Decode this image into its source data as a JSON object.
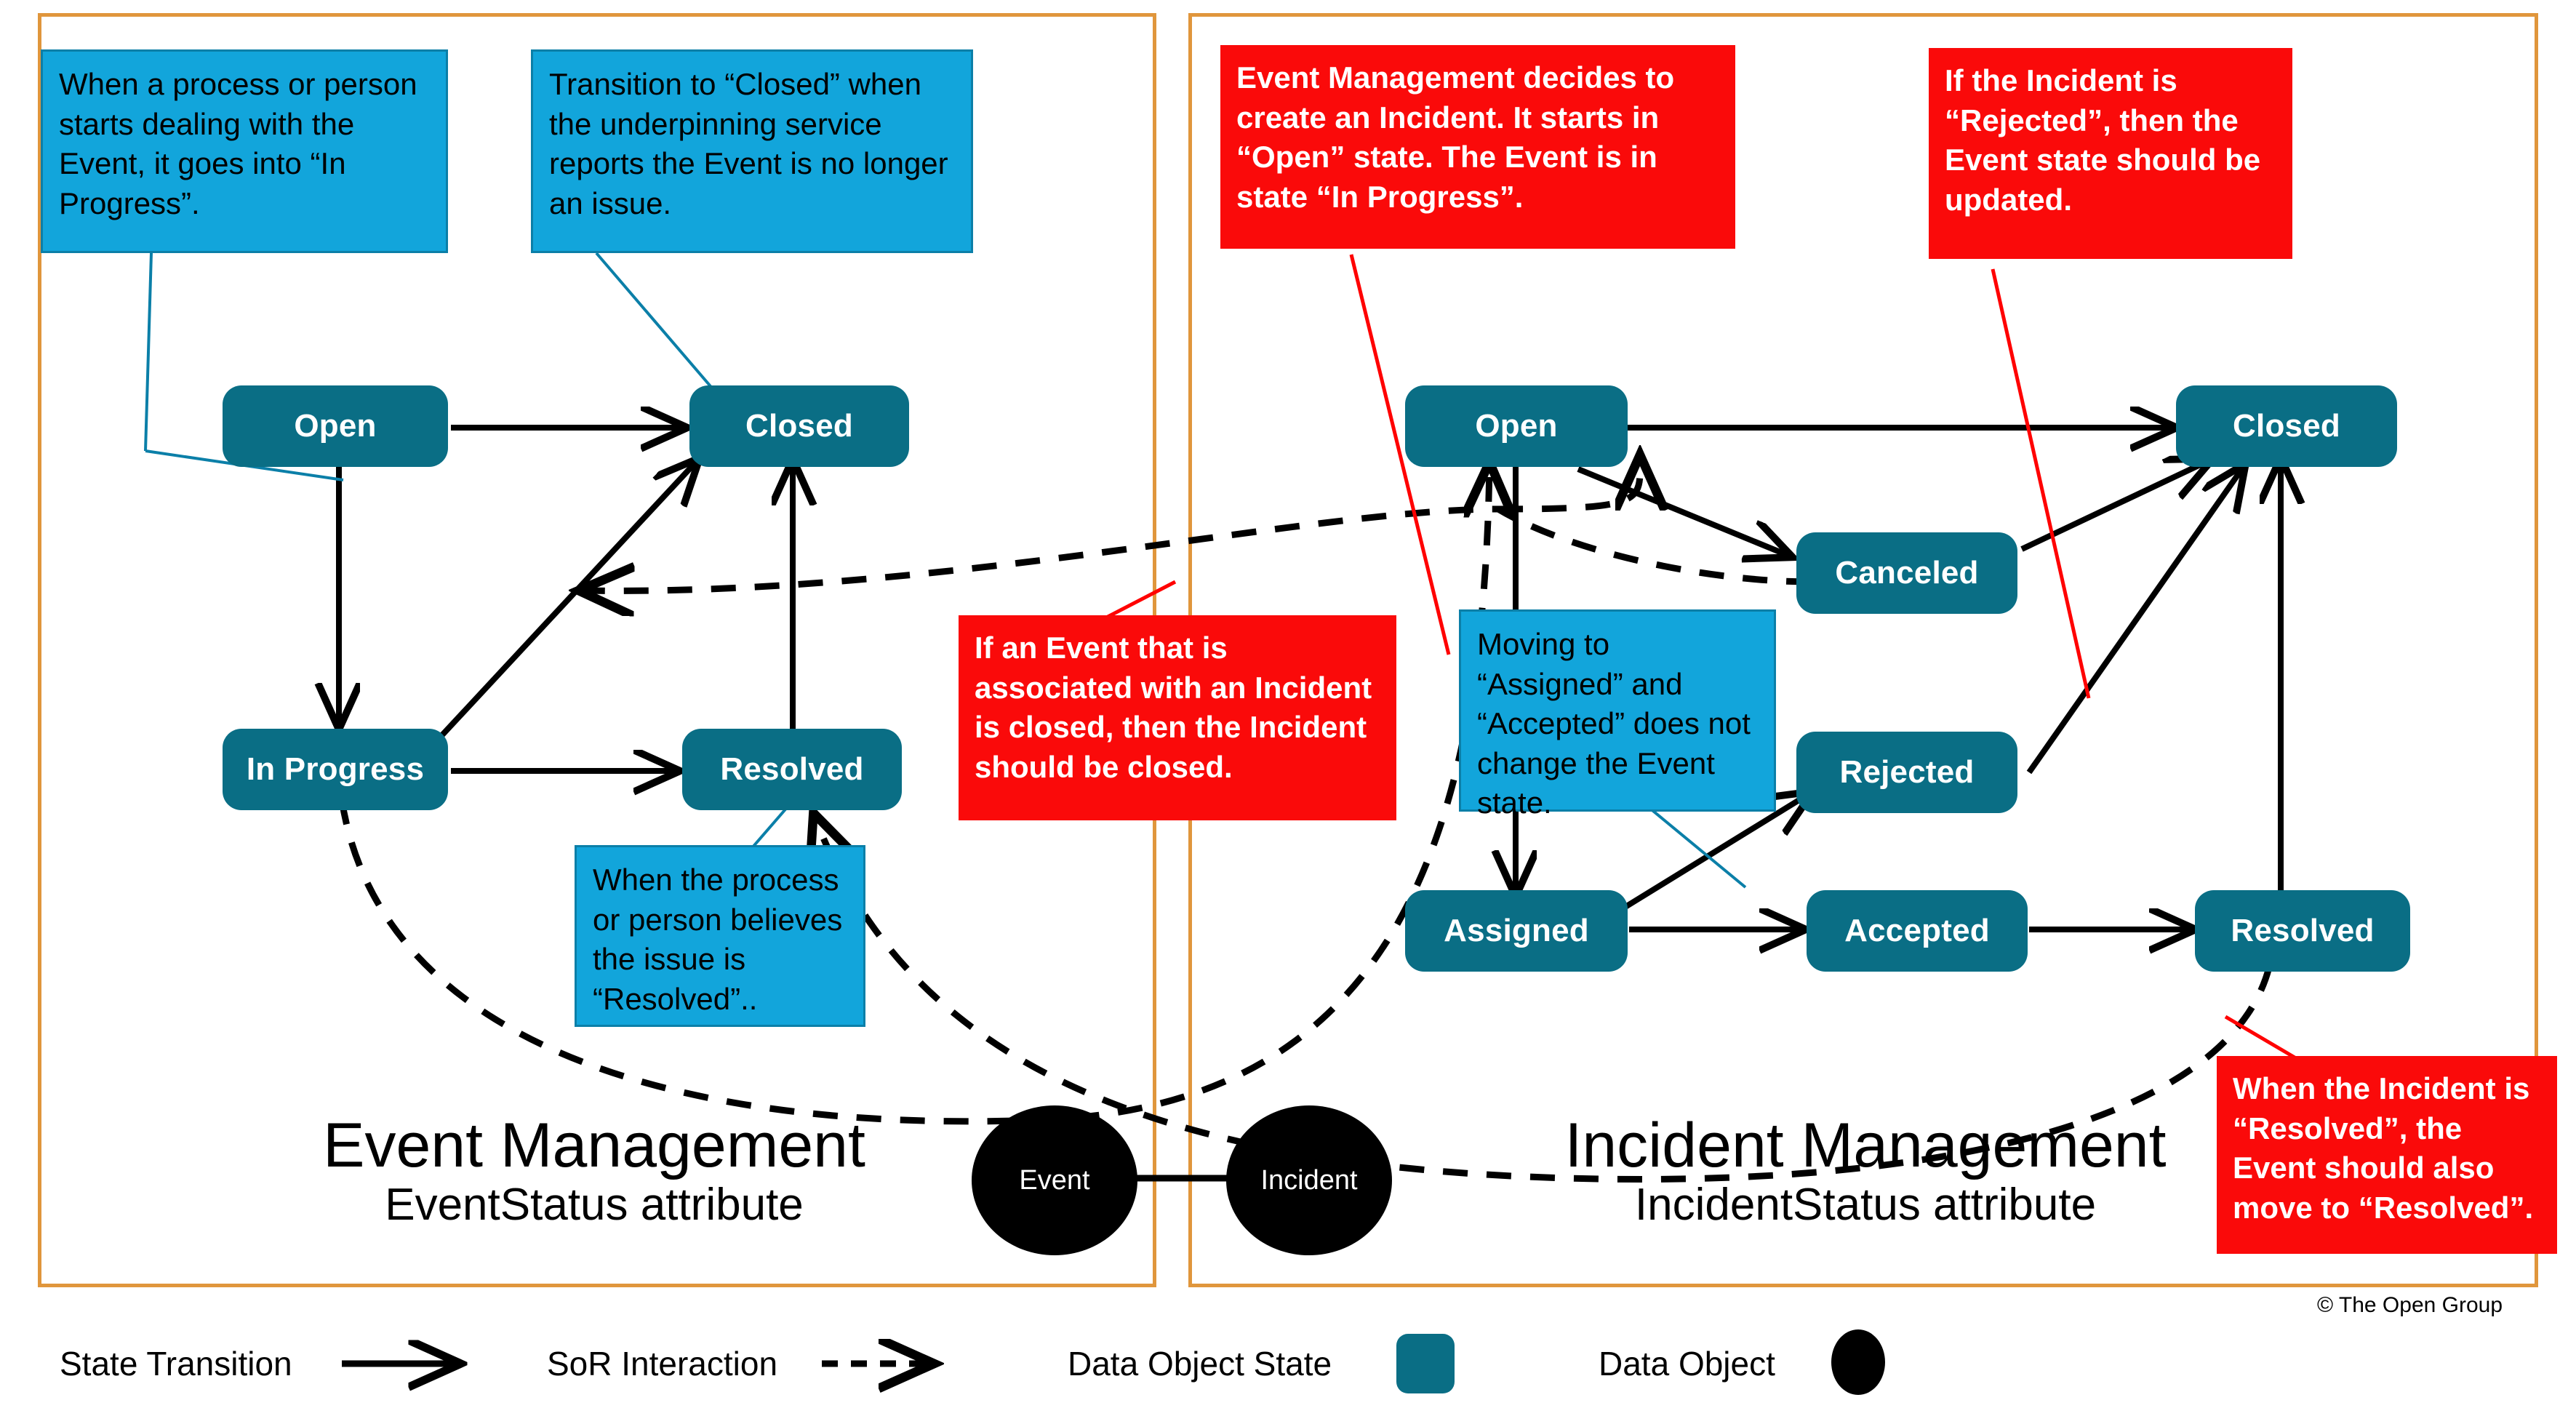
{
  "diagram": {
    "title_left": "Event Management",
    "subtitle_left": "EventStatus attribute",
    "title_right": "Incident Management",
    "subtitle_right": "IncidentStatus attribute",
    "copyright": "© The Open Group",
    "colors": {
      "panel_border": "#E0963C",
      "state_fill": "#0A6E85",
      "note_blue": "#12A5DB",
      "note_red": "#FA0A0A",
      "data_object": "#000000",
      "transition": "#000000",
      "sor_interaction": "#000000",
      "callout_blue_leader": "#0B7FA8",
      "callout_red_leader": "#FF0000"
    }
  },
  "event_panel": {
    "states": [
      {
        "id": "ev-open",
        "label": "Open"
      },
      {
        "id": "ev-closed",
        "label": "Closed"
      },
      {
        "id": "ev-in-progress",
        "label": "In Progress"
      },
      {
        "id": "ev-resolved",
        "label": "Resolved"
      }
    ],
    "notes": [
      {
        "id": "ev-note-1",
        "text": "When a process or person starts dealing with the Event, it goes into “In Progress”."
      },
      {
        "id": "ev-note-2",
        "text": "Transition to “Closed” when the underpinning service reports the Event is no longer an issue."
      },
      {
        "id": "ev-note-3",
        "text": "When the process or person believes the issue is “Resolved”.."
      }
    ]
  },
  "incident_panel": {
    "states": [
      {
        "id": "in-open",
        "label": "Open"
      },
      {
        "id": "in-closed",
        "label": "Closed"
      },
      {
        "id": "in-canceled",
        "label": "Canceled"
      },
      {
        "id": "in-rejected",
        "label": "Rejected"
      },
      {
        "id": "in-assigned",
        "label": "Assigned"
      },
      {
        "id": "in-accepted",
        "label": "Accepted"
      },
      {
        "id": "in-resolved",
        "label": "Resolved"
      }
    ],
    "notes": [
      {
        "id": "in-note-red-1",
        "text": "Event Management decides to create an Incident. It starts in “Open” state. The Event is in state “In Progress”."
      },
      {
        "id": "in-note-red-2",
        "text": "If the Incident is “Rejected”, then the Event state should be updated."
      },
      {
        "id": "in-note-red-3",
        "text": "If an Event that is associated with an Incident is closed, then the Incident should be closed."
      },
      {
        "id": "in-note-blue-1",
        "text": "Moving to “Assigned” and “Accepted” does not change the Event state."
      },
      {
        "id": "in-note-red-4",
        "text": "When the Incident is “Resolved”, the Event should also move to “Resolved”."
      }
    ]
  },
  "data_objects": [
    {
      "id": "do-event",
      "label": "Event"
    },
    {
      "id": "do-incident",
      "label": "Incident"
    }
  ],
  "legend": {
    "items": [
      {
        "id": "legend-state-transition",
        "label": "State Transition",
        "glyph": "solid-arrow"
      },
      {
        "id": "legend-sor-interaction",
        "label": "SoR Interaction",
        "glyph": "dashed-arrow"
      },
      {
        "id": "legend-data-object-state",
        "label": "Data Object State",
        "glyph": "rounded-rect"
      },
      {
        "id": "legend-data-object",
        "label": "Data Object",
        "glyph": "filled-oval"
      }
    ]
  },
  "chart_data": {
    "type": "diagram",
    "title": "Event Management / Incident Management state transition diagram",
    "panels": [
      {
        "name": "Event Management",
        "attribute": "EventStatus attribute",
        "nodes": [
          "Open",
          "Closed",
          "In Progress",
          "Resolved"
        ],
        "state_transitions": [
          {
            "from": "Open",
            "to": "Closed"
          },
          {
            "from": "Open",
            "to": "In Progress"
          },
          {
            "from": "In Progress",
            "to": "Resolved"
          },
          {
            "from": "In Progress",
            "to": "Closed"
          },
          {
            "from": "Resolved",
            "to": "Closed"
          }
        ]
      },
      {
        "name": "Incident Management",
        "attribute": "IncidentStatus attribute",
        "nodes": [
          "Open",
          "Closed",
          "Canceled",
          "Rejected",
          "Assigned",
          "Accepted",
          "Resolved"
        ],
        "state_transitions": [
          {
            "from": "Open",
            "to": "Closed"
          },
          {
            "from": "Open",
            "to": "Canceled"
          },
          {
            "from": "Open",
            "to": "Assigned"
          },
          {
            "from": "Canceled",
            "to": "Closed"
          },
          {
            "from": "Assigned",
            "to": "Accepted"
          },
          {
            "from": "Assigned",
            "to": "Rejected"
          },
          {
            "from": "Accepted",
            "to": "Resolved"
          },
          {
            "from": "Rejected",
            "to": "Closed"
          },
          {
            "from": "Resolved",
            "to": "Closed"
          }
        ]
      }
    ],
    "sor_interactions": [
      {
        "from": "Event: In Progress",
        "to": "Incident: Open"
      },
      {
        "from": "Incident: Canceled",
        "to": "Event: Closed"
      },
      {
        "from": "Incident: Resolved",
        "to": "Event: Resolved"
      }
    ]
  }
}
